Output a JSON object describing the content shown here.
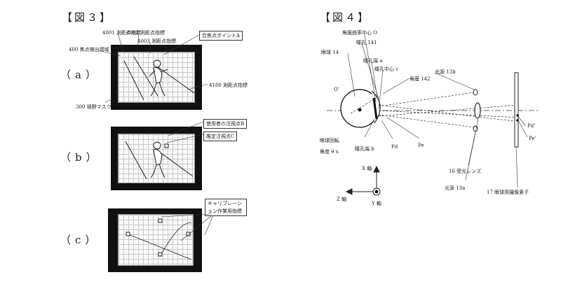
{
  "fig3": {
    "title": "【図３】",
    "labels": {
      "a": "（a）",
      "b": "（b）",
      "c": "（c）"
    },
    "callouts_a": {
      "i4001": "4001 測距点指標",
      "i4002": "4002 測距点指標",
      "i4003": "4003 測距点指標",
      "focus": "合焦点ポイントA",
      "area": "400 焦点検出領域",
      "i4180": "4180 測距点指標",
      "mask": "300 視野マスク"
    },
    "callouts_b": {
      "gazeB": "使用者の注視点B",
      "estC": "推定注視点C"
    },
    "callouts_c": {
      "calib": "キャリブレーション作業用指標"
    }
  },
  "fig4": {
    "title": "【図４】",
    "labels": {
      "cornea_center": "角膜曲率中心 O",
      "pupil141": "瞳孔 141",
      "eyeball": "眼球 14",
      "pupil_a": "瞳孔端 a",
      "pupil_c": "瞳孔中心 c",
      "cornea142": "角膜 142",
      "o_prime": "O'",
      "light13b": "光源 13b",
      "rotation": "眼球回転",
      "angle": "角度 θ x",
      "pupil_b": "瞳孔端 b",
      "pd": "Pd",
      "pe": "Pe",
      "pd2": "Pd'",
      "pe2": "Pe'",
      "lens": "16 受光レンズ",
      "light13a": "光源 13a",
      "sensor": "17 眼球用撮像素子",
      "x_axis": "X 軸",
      "y_axis": "Y 軸",
      "z_axis": "Z 軸"
    }
  }
}
